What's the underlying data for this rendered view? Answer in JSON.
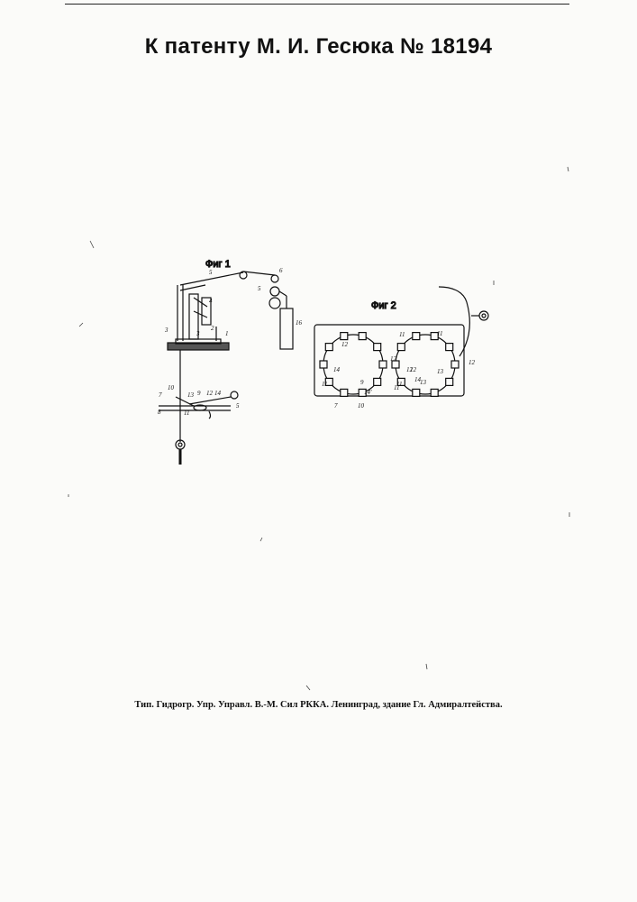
{
  "header": {
    "title": "К патенту М. И. Гесюка № 18194"
  },
  "figures": {
    "fig1_label": "Фиг 1",
    "fig2_label": "Фиг 2",
    "fig1_numbers": [
      "5",
      "6",
      "5",
      "3",
      "4",
      "3",
      "2",
      "1",
      "16",
      "10",
      "13",
      "9",
      "12",
      "14",
      "7",
      "8",
      "11",
      "5"
    ],
    "fig2_numbers": [
      "11",
      "12",
      "11",
      "12",
      "14",
      "12",
      "13",
      "12",
      "11",
      "9",
      "14'",
      "13",
      "11",
      "14",
      "12",
      "11",
      "7",
      "10"
    ]
  },
  "footer": {
    "imprint": "Тип. Гидрогр. Упр. Управл. В.-М. Сил РККА. Ленинград, здание Гл. Адмиралтейства."
  }
}
